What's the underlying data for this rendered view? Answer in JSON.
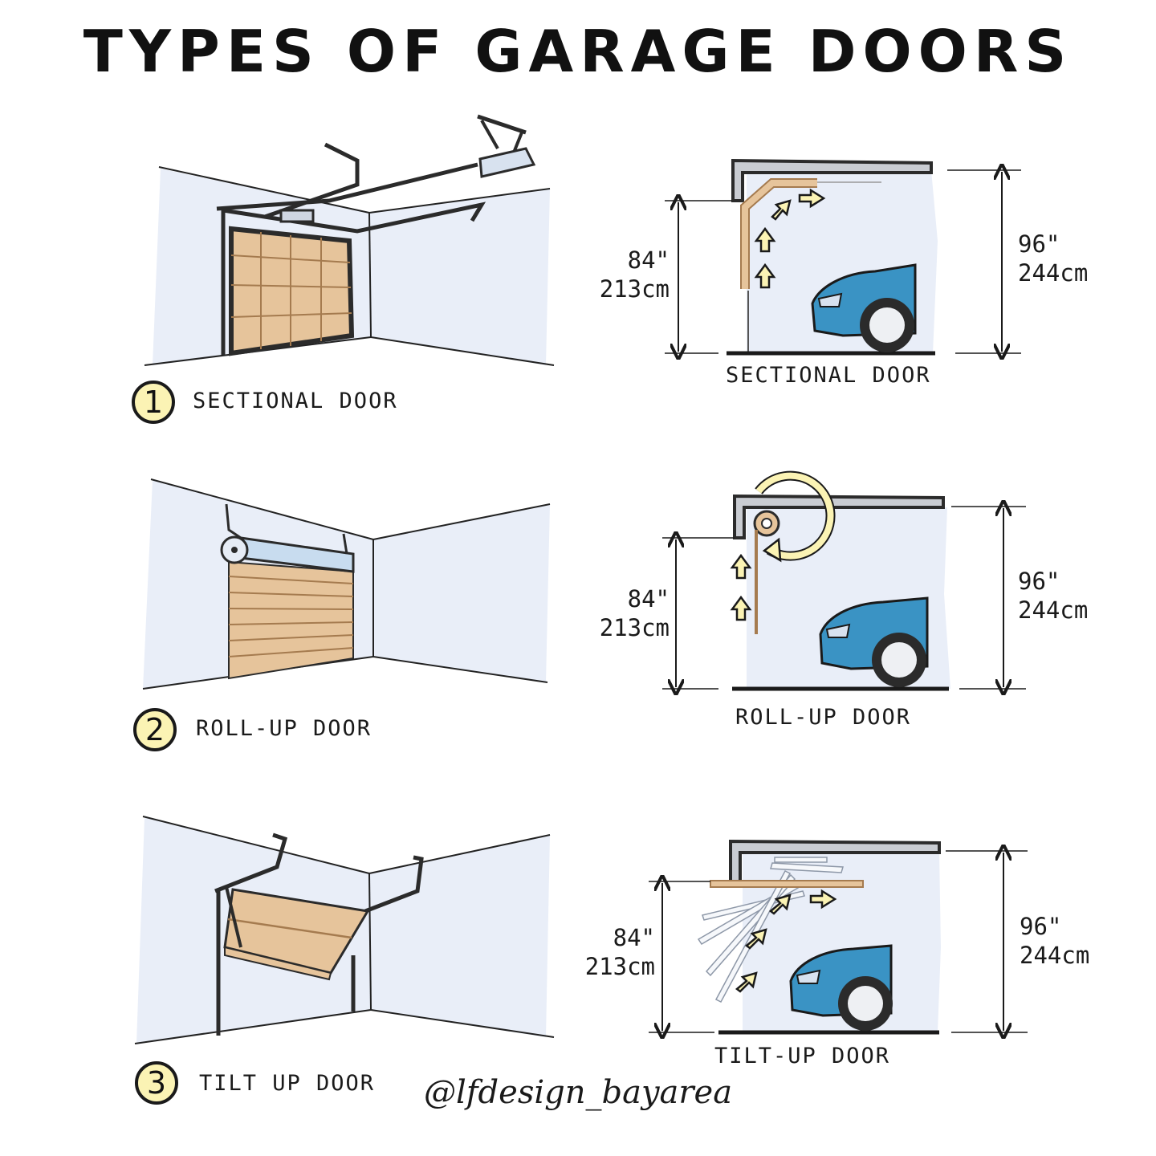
{
  "title": "TYPES OF GARAGE DOORS",
  "credit": "@lfdesign_bayarea",
  "colors": {
    "wall": "#e9eef8",
    "wood": "#e6c49b",
    "wood_line": "#a57b4f",
    "car": "#3a93c4",
    "badge": "#fbf3b4",
    "arrow": "#fbf3b4",
    "track": "#2b2b2b"
  },
  "rows": [
    {
      "number": "1",
      "label": "SECTIONAL DOOR",
      "diagram_label": "SECTIONAL DOOR",
      "door_height_in": "84\"",
      "door_height_cm": "213cm",
      "ceiling_height_in": "96\"",
      "ceiling_height_cm": "244cm"
    },
    {
      "number": "2",
      "label": "ROLL-UP DOOR",
      "diagram_label": "ROLL-UP DOOR",
      "door_height_in": "84\"",
      "door_height_cm": "213cm",
      "ceiling_height_in": "96\"",
      "ceiling_height_cm": "244cm"
    },
    {
      "number": "3",
      "label": "TILT UP DOOR",
      "diagram_label": "TILT-UP DOOR",
      "door_height_in": "84\"",
      "door_height_cm": "213cm",
      "ceiling_height_in": "96\"",
      "ceiling_height_cm": "244cm"
    }
  ]
}
